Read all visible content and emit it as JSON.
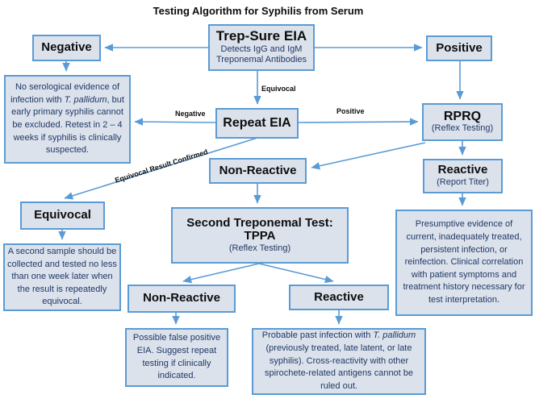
{
  "title": "Testing Algorithm for Syphilis from Serum",
  "colors": {
    "accent_blue": "#5b9bd5",
    "box_fill": "#dce2ec",
    "paragraph_text": "#1f3864",
    "header_text": "#0d0d0d"
  },
  "nodes": {
    "trep_sure": {
      "title": "Trep-Sure EIA",
      "subtitle1": "Detects IgG and IgM",
      "subtitle2": "Treponemal Antibodies"
    },
    "negative": {
      "label": "Negative"
    },
    "positive": {
      "label": "Positive"
    },
    "negative_info": {
      "pre": "No serological evidence of infection with ",
      "italic": "T. pallidum",
      "post": ", but early primary syphilis cannot be excluded. Retest in 2 – 4 weeks if syphilis is clinically suspected."
    },
    "repeat_eia": {
      "label": "Repeat EIA"
    },
    "rprq": {
      "title": "RPRQ",
      "subtitle": "(Reflex Testing)"
    },
    "non_reactive_mid": {
      "label": "Non-Reactive"
    },
    "reactive_mid": {
      "title": "Reactive",
      "subtitle": "(Report Titer)"
    },
    "equivocal": {
      "label": "Equivocal"
    },
    "equivocal_info": {
      "text": "A second sample should be collected and tested no less than one week later when the result is repeatedly equivocal."
    },
    "tppa": {
      "title": "Second Treponemal Test: TPPA",
      "subtitle": "(Reflex Testing)"
    },
    "reactive_info": {
      "text": "Presumptive evidence of current, inadequately treated, persistent infection, or reinfection. Clinical correlation with patient symptoms and treatment history necessary for test interpretation."
    },
    "non_reactive_bottom": {
      "label": "Non-Reactive"
    },
    "reactive_bottom": {
      "label": "Reactive"
    },
    "false_positive_info": {
      "text": "Possible false positive EIA. Suggest repeat testing if clinically indicated."
    },
    "past_infection_info": {
      "pre": "Probable past infection with ",
      "italic": "T. pallidum",
      "post": " (previously treated, late latent, or late syphilis). Cross-reactivity with other spirochete-related antigens cannot be ruled out."
    }
  },
  "edge_labels": {
    "equivocal": "Equivocal",
    "negative": "Negative",
    "positive": "Positive",
    "equivocal_confirmed": "Equivocal Result Confirmed"
  }
}
